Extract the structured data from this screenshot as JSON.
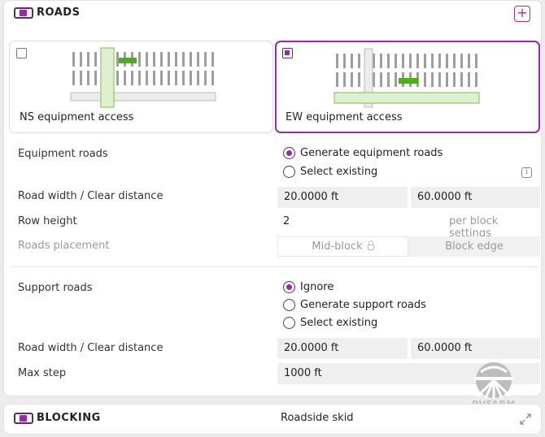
{
  "roads": {
    "title": "ROADS",
    "add_label": "+",
    "ns_card": {
      "label": "NS equipment access",
      "selected": false
    },
    "ew_card": {
      "label": "EW equipment access",
      "selected": true
    },
    "equipment_roads": {
      "label": "Equipment roads",
      "options": [
        {
          "label": "Generate equipment roads",
          "selected": true
        },
        {
          "label": "Select existing",
          "selected": false
        }
      ],
      "info_icon": "info-icon"
    },
    "road_width": {
      "label": "Road width / Clear distance",
      "width_value": "20.0000 ft",
      "clear_value": "60.0000 ft"
    },
    "row_height": {
      "label": "Row height",
      "value": "2",
      "hint": "per block settings"
    },
    "roads_placement": {
      "label": "Roads placement",
      "mid_block": "Mid-block",
      "block_edge": "Block edge"
    },
    "support_roads": {
      "label": "Support roads",
      "options": [
        {
          "label": "Ignore",
          "selected": true
        },
        {
          "label": "Generate support roads",
          "selected": false
        },
        {
          "label": "Select existing",
          "selected": false
        }
      ]
    },
    "support_width": {
      "label": "Road width / Clear distance",
      "width_value": "20.0000 ft",
      "clear_value": "60.0000 ft"
    },
    "max_step": {
      "label": "Max step",
      "value": "1000 ft"
    }
  },
  "blocking": {
    "title": "BLOCKING",
    "value": "Roadside skid"
  },
  "watermark": {
    "text": "PVFARM"
  },
  "colors": {
    "accent": "#9c27b0",
    "road_fill": "#dff0d0",
    "road_stroke": "#7cbf4a",
    "skid": "#4caf1a",
    "field_bg": "#efefef"
  }
}
